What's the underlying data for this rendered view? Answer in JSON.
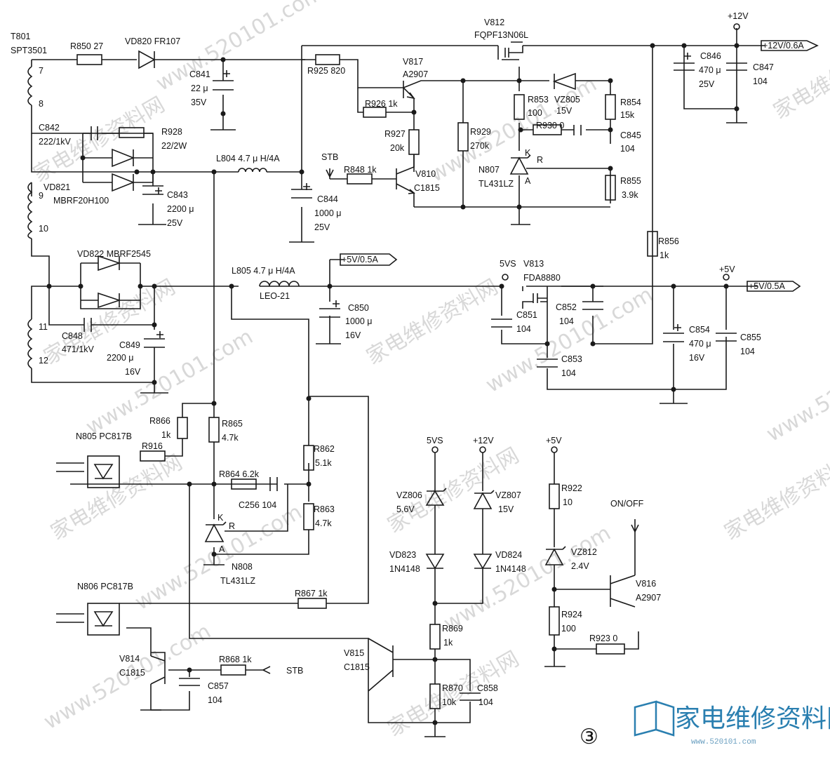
{
  "watermarks": [
    "家电维修资料网",
    "www.520101.com"
  ],
  "logo": {
    "text": "家电维修资料网",
    "url": "www.520101.com",
    "color": "#2a7fb0"
  },
  "figure_number": "③",
  "net_labels": {
    "v12": "+12V",
    "v5": "+5V",
    "v5vs": "5VS",
    "stb": "STB",
    "onoff": "ON/OFF",
    "out12": "+12V/0.6A",
    "out5a": "+5V/0.5A",
    "out5b": "+5V/0.5A"
  },
  "transformer": {
    "ref": "T801",
    "part": "SPT3501",
    "pins": [
      "7",
      "8",
      "9",
      "10",
      "11",
      "12"
    ]
  },
  "labels": {
    "r850": "R850  27",
    "vd820": "VD820  FR107",
    "c841": "C841",
    "c841v": "22 μ",
    "c841r": "35V",
    "r925": "R925  820",
    "v817": "V817",
    "v817p": "A2907",
    "v812": "V812",
    "v812p": "FQPF13N06L",
    "r926": "R926  1k",
    "r927": "R927",
    "r927v": "20k",
    "r929": "R929",
    "r929v": "270k",
    "r853a": "R853",
    "r853av": "100",
    "vz805": "VZ805",
    "vz805v": "15V",
    "r854": "R854",
    "r854v": "15k",
    "r930": "R930  0",
    "c845": "C845",
    "c845v": "104",
    "n807": "N807",
    "n807p": "TL431LZ",
    "k": "K",
    "r": "R",
    "a": "A",
    "r855": "R855",
    "r855v": "3.9k",
    "c846": "C846",
    "c846v": "470 μ",
    "c846r": "25V",
    "c847": "C847",
    "c847v": "104",
    "c842": "C842",
    "c842v": "222/1kV",
    "r928": "R928",
    "r928v": "22/2W",
    "vd821": "VD821",
    "vd821p": "MBRF20H100",
    "c843": "C843",
    "c843v": "2200 μ",
    "c843r": "25V",
    "l804": "L804  4.7 μ H/4A",
    "c844": "C844",
    "c844v": "1000 μ",
    "c844r": "25V",
    "r848": "R848  1k",
    "v810": "V810",
    "v810p": "C1815",
    "vd822": "VD822  MBRF2545",
    "l805": "L805  4.7 μ H/4A",
    "l805p": "LEO-21",
    "c848": "C848",
    "c848v": "471/1kV",
    "c849": "C849",
    "c849v": "2200 μ",
    "c849r": "16V",
    "c850": "C850",
    "c850v": "1000 μ",
    "c850r": "16V",
    "v813": "V813",
    "v813p": "FDA8880",
    "c851": "C851",
    "c851v": "104",
    "c852": "C852",
    "c852v": "104",
    "c853": "C853",
    "c853v": "104",
    "r856": "R856",
    "r856v": "1k",
    "c854": "C854",
    "c854v": "470 μ",
    "c854r": "16V",
    "c855": "C855",
    "c855v": "104",
    "r866": "R866",
    "r866v": "1k",
    "r865": "R865",
    "r865v": "4.7k",
    "n805": "N805  PC817B",
    "r916": "R916",
    "r864": "R864  6.2k",
    "c256": "C256  104",
    "r862": "R862",
    "r862v": "5.1k",
    "r863": "R863",
    "r863v": "4.7k",
    "n808": "N808",
    "n808p": "TL431LZ",
    "n806": "N806  PC817B",
    "r867": "R867  1k",
    "v814": "V814",
    "v814p": "C1815",
    "r868": "R868  1k",
    "c857": "C857",
    "c857v": "104",
    "vz806": "VZ806",
    "vz806v": "5.6V",
    "vz807": "VZ807",
    "vz807v": "15V",
    "vd823": "VD823",
    "vd823p": "1N4148",
    "vd824": "VD824",
    "vd824p": "1N4148",
    "r869": "R869",
    "r869v": "1k",
    "v815": "V815",
    "v815p": "C1815",
    "r870": "R870",
    "r870v": "10k",
    "c858": "C858",
    "c858v": "104",
    "r922": "R922",
    "r922v": "10",
    "vz812": "VZ812",
    "vz812v": "2.4V",
    "r924": "R924",
    "r924v": "100",
    "r923": "R923  0",
    "v816": "V816",
    "v816p": "A2907"
  }
}
